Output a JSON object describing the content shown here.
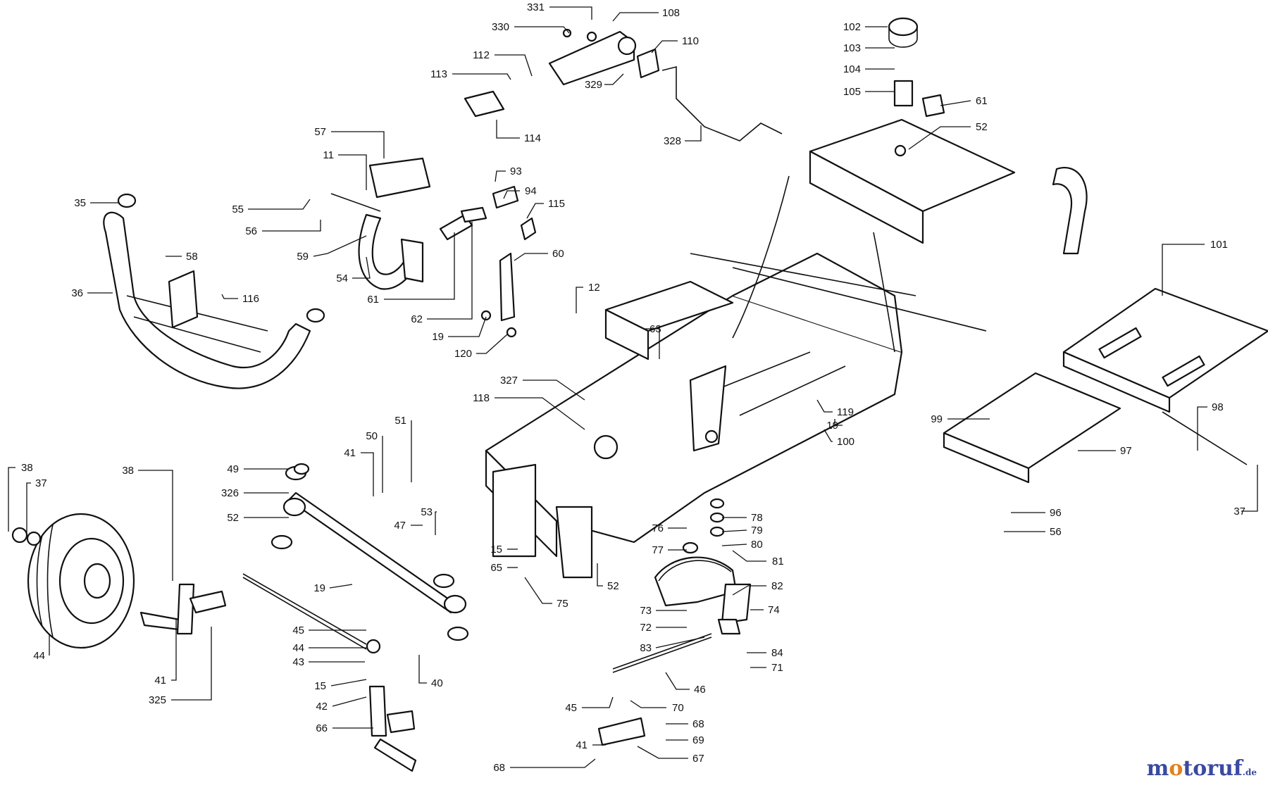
{
  "watermark": {
    "text_a": "m",
    "text_o": "o",
    "text_b": "toruf",
    "tld": ".de",
    "color": "#3a4aa0",
    "accent": "#e0821e"
  },
  "callouts": [
    "331",
    "108",
    "330",
    "110",
    "112",
    "113",
    "329",
    "114",
    "328",
    "102",
    "103",
    "104",
    "105",
    "61",
    "52",
    "57",
    "11",
    "93",
    "94",
    "115",
    "35",
    "55",
    "56",
    "58",
    "59",
    "54",
    "36",
    "116",
    "60",
    "61",
    "62",
    "19",
    "120",
    "12",
    "63",
    "327",
    "118",
    "119",
    "19",
    "100",
    "101",
    "99",
    "98",
    "97",
    "96",
    "56",
    "37",
    "38",
    "37",
    "38",
    "49",
    "326",
    "52",
    "51",
    "50",
    "41",
    "53",
    "47",
    "19",
    "15",
    "65",
    "75",
    "52",
    "76",
    "77",
    "78",
    "79",
    "80",
    "81",
    "82",
    "74",
    "73",
    "72",
    "83",
    "84",
    "71",
    "46",
    "45",
    "44",
    "43",
    "15",
    "42",
    "66",
    "40",
    "41",
    "325",
    "44",
    "45",
    "70",
    "68",
    "69",
    "67",
    "68",
    "41"
  ]
}
